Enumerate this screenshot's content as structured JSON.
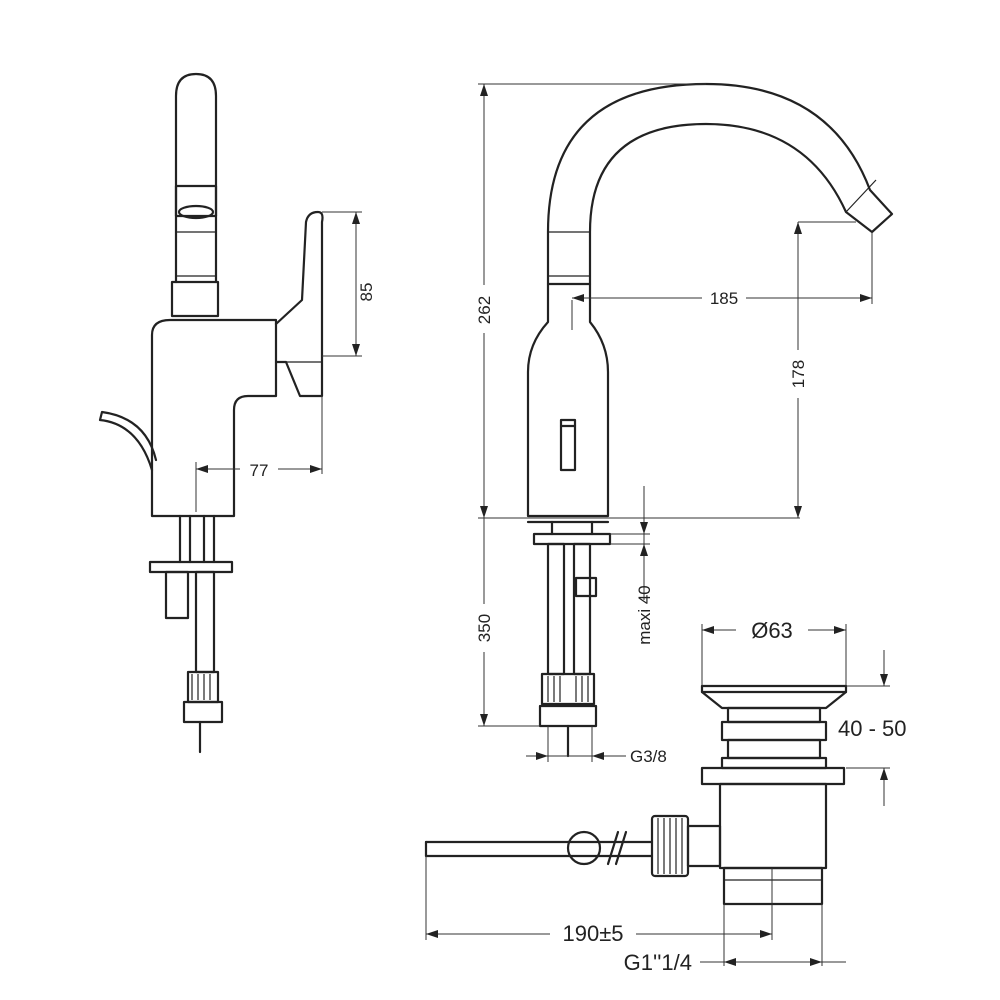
{
  "dimensions": {
    "d85": "85",
    "d77": "77",
    "d262": "262",
    "d185": "185",
    "d178": "178",
    "d350": "350",
    "maxi40": "maxi 40",
    "g38": "G3/8",
    "d63": "Ø63",
    "d4050": "40 - 50",
    "d190": "190±5",
    "g114": "G1''1/4"
  },
  "colors": {
    "line": "#222222",
    "background": "#ffffff"
  }
}
